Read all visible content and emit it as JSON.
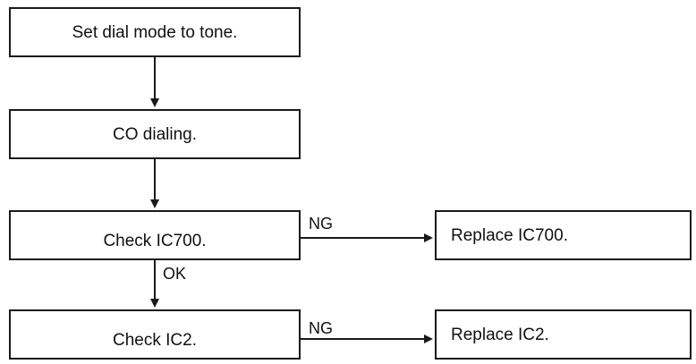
{
  "flowchart": {
    "steps": [
      {
        "id": "set-dial-mode",
        "label": "Set dial mode to tone."
      },
      {
        "id": "co-dialing",
        "label": "CO dialing."
      },
      {
        "id": "check-ic700",
        "label": "Check IC700."
      },
      {
        "id": "replace-ic700",
        "label": "Replace IC700."
      },
      {
        "id": "check-ic2",
        "label": "Check IC2."
      },
      {
        "id": "replace-ic2",
        "label": "Replace IC2."
      }
    ],
    "edges": [
      {
        "from": "set-dial-mode",
        "to": "co-dialing",
        "label": ""
      },
      {
        "from": "co-dialing",
        "to": "check-ic700",
        "label": ""
      },
      {
        "from": "check-ic700",
        "to": "replace-ic700",
        "label": "NG"
      },
      {
        "from": "check-ic700",
        "to": "check-ic2",
        "label": "OK"
      },
      {
        "from": "check-ic2",
        "to": "replace-ic2",
        "label": "NG"
      }
    ],
    "colors": {
      "line": "#1a1a1a",
      "background": "#ffffff"
    }
  }
}
